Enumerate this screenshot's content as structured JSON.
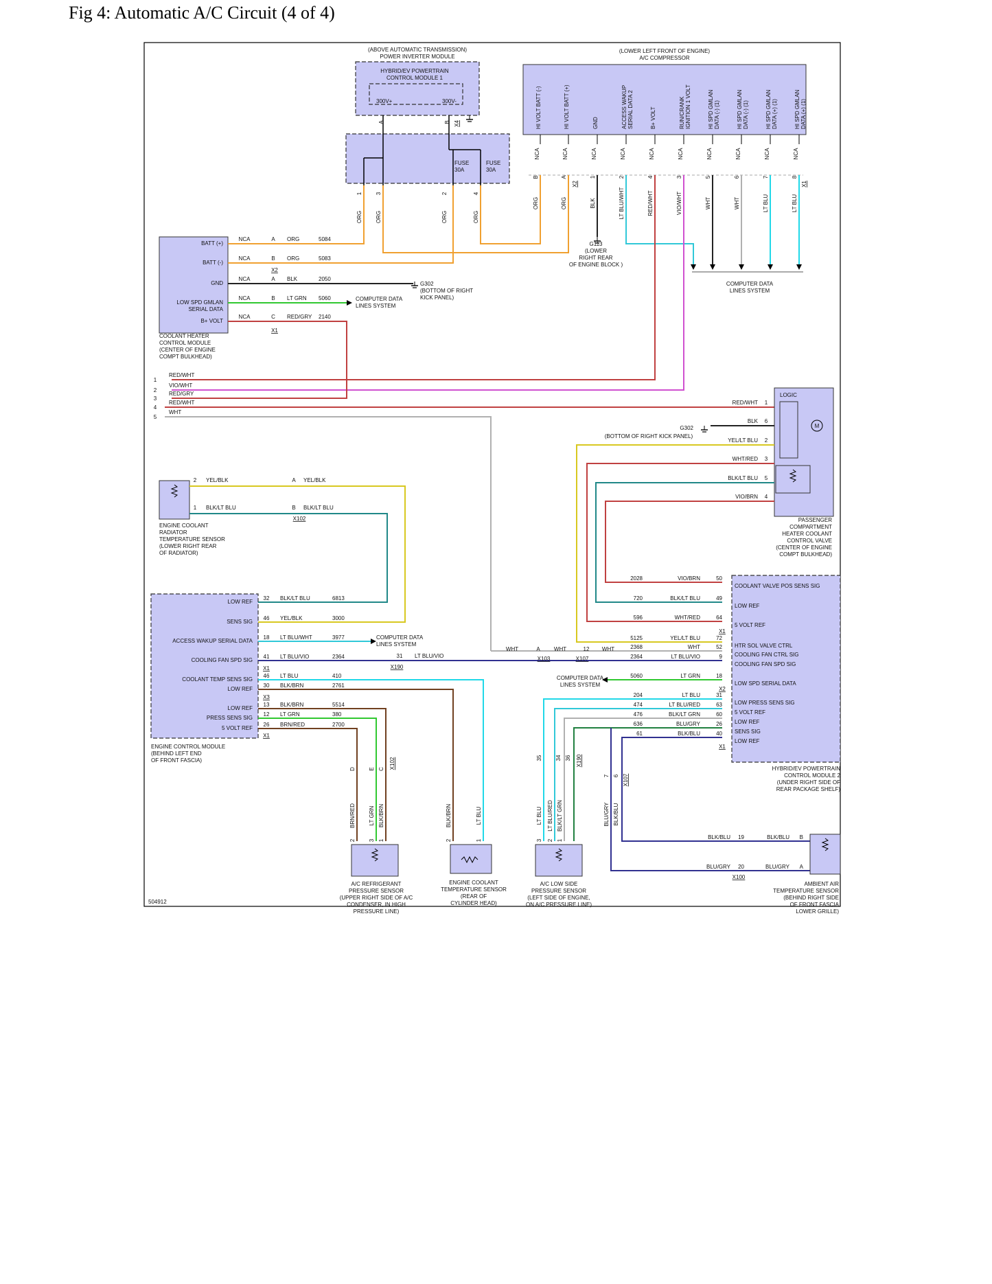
{
  "page": {
    "title": "Fig 4: Automatic A/C Circuit (4 of 4)",
    "figure_id": "504912"
  },
  "colors": {
    "orange": "#f0a030",
    "red": "#c04040",
    "violet": "#d050d0",
    "cyan": "#30c8d8",
    "green": "#30c830",
    "yellow": "#d8c820",
    "black": "#222222",
    "gray": "#b0b0b0",
    "brown": "#704020",
    "ltblue": "#20d8e8",
    "blue": "#303090",
    "teal": "#208888",
    "darkgreen": "#208040",
    "module_fill": "#c8c8f5"
  },
  "components": {
    "pim_title": "(ABOVE AUTOMATIC TRANSMISSION)\nPOWER INVERTER MODULE",
    "hpcm1": "HYBRID/EV POWERTRAIN\nCONTROL MODULE 1",
    "pim_pins": [
      "300V+",
      "300V-"
    ],
    "pim_conn": [
      "A",
      "B",
      "X4"
    ],
    "fuse": [
      "FUSE\n30A",
      "FUSE\n30A"
    ],
    "fuse_pins": [
      "1",
      "3",
      "2",
      "4"
    ],
    "fuse_wires": [
      "ORG",
      "ORG",
      "ORG",
      "ORG"
    ],
    "comp_title": "(LOWER LEFT FRONT OF ENGINE)\nA/C COMPRESSOR",
    "comp_pins": [
      "HI VOLT BATT (-)",
      "HI VOLT BATT (+)",
      "GND",
      "ACCESS WAKUP\nSERIAL DATA 2",
      "B+ VOLT",
      "RUN/CRANK\nIGNITION 1 VOLT",
      "HI SPD GMLAN\nDATA (-) (1)",
      "HI SPD GMLAN\nDATA (-) (1)",
      "HI SPD GMLAN\nDATA (+) (1)",
      "HI SPD GMLAN\nDATA (+) (1)"
    ],
    "comp_nca": "NCA",
    "comp_wires": [
      "ORG",
      "ORG",
      "BLK",
      "LT BLU/WHT",
      "RED/WHT",
      "VIO/WHT",
      "WHT",
      "WHT",
      "LT BLU",
      "LT BLU"
    ],
    "comp_pinnums": [
      "B",
      "A",
      "1",
      "2",
      "4",
      "3",
      "5",
      "6",
      "7",
      "8"
    ],
    "comp_conns": [
      "X2",
      "X1"
    ],
    "g113": "G113\n(LOWER\nRIGHT REAR\nOF ENGINE BLOCK )",
    "cdls_top": "COMPUTER DATA\nLINES SYSTEM",
    "chcm_pins": [
      "BATT (+)",
      "BATT (-)",
      "GND",
      "LOW SPD GMLAN\nSERIAL DATA",
      "B+ VOLT"
    ],
    "chcm_nca": "NCA",
    "chcm_pinletters": [
      "A",
      "B",
      "A",
      "B",
      "C"
    ],
    "chcm_wires": [
      "ORG",
      "ORG",
      "BLK",
      "LT GRN",
      "RED/GRY"
    ],
    "chcm_circuits": [
      "5084",
      "5083",
      "2050",
      "5060",
      "2140"
    ],
    "chcm_conns": [
      "X2",
      "X1"
    ],
    "g302_a": "G302\n(BOTTOM OF RIGHT\nKICK PANEL)",
    "cdls_chcm": "COMPUTER DATA\nLINES SYSTEM",
    "chcm_title": "COOLANT HEATER\nCONTROL MODULE\n(CENTER OF ENGINE\nCOMPT BULKHEAD)",
    "bus_nums": [
      "1",
      "2",
      "3",
      "4",
      "5"
    ],
    "bus_wires": [
      "RED/WHT",
      "VIO/WHT",
      "RED/GRY",
      "RED/WHT",
      "WHT"
    ],
    "valve_logic": "LOGIC",
    "valve_motor": "M",
    "valve_wires": [
      "RED/WHT",
      "BLK",
      "YEL/LT BLU",
      "WHT/RED",
      "BLK/LT BLU",
      "VIO/BRN"
    ],
    "valve_pins": [
      "1",
      "6",
      "2",
      "3",
      "5",
      "4"
    ],
    "g302_b": "G302",
    "g302_b_loc": "(BOTTOM OF RIGHT KICK PANEL)",
    "valve_title": "PASSENGER\nCOMPARTMENT\nHEATER COOLANT\nCONTROL VALVE\n(CENTER OF ENGINE\nCOMPT BULKHEAD)",
    "ect_rad_pins": [
      "2",
      "1"
    ],
    "ect_rad_wires": [
      "YEL/BLK",
      "BLK/LT BLU"
    ],
    "ect_rad_conn_pins": [
      "A",
      "B"
    ],
    "ect_rad_conn_wires": [
      "YEL/BLK",
      "BLK/LT BLU"
    ],
    "ect_rad_conn": "X102",
    "ect_rad_title": "ENGINE COOLANT\nRADIATOR\nTEMPERATURE SENSOR\n(LOWER RIGHT REAR\nOF RADIATOR)",
    "ecm_pins": [
      "LOW REF",
      "SENS SIG",
      "ACCESS WAKUP SERIAL DATA",
      "COOLING FAN SPD SIG",
      "COOLANT TEMP SENS SIG",
      "LOW REF",
      "LOW REF",
      "PRESS SENS SIG",
      "5 VOLT REF"
    ],
    "ecm_pinnums": [
      "32",
      "46",
      "18",
      "41",
      "46",
      "30",
      "13",
      "12",
      "26"
    ],
    "ecm_wires": [
      "BLK/LT BLU",
      "YEL/BLK",
      "LT BLU/WHT",
      "LT BLU/VIO",
      "LT BLU",
      "BLK/BRN",
      "BLK/BRN",
      "LT GRN",
      "BRN/RED"
    ],
    "ecm_circuits": [
      "6813",
      "3000",
      "3977",
      "2364",
      "410",
      "2761",
      "5514",
      "380",
      "2700"
    ],
    "ecm_conns": [
      "X1",
      "X3",
      "X1"
    ],
    "cdls_ecm": "COMPUTER DATA\nLINES SYSTEM",
    "x190_a": "31",
    "x190_a_wire": "LT BLU/VIO",
    "x190_label": "X190",
    "ecm_title": "ENGINE CONTROL MODULE\n(BEHIND LEFT END\nOF FRONT FASCIA)",
    "x103": [
      "WHT",
      "A",
      "WHT",
      "X103"
    ],
    "x107": [
      "12",
      "WHT",
      "X107"
    ],
    "hpcm2_pins": [
      "COOLANT VALVE POS SENS SIG",
      "LOW REF",
      "5 VOLT REF",
      "HTR SOL VALVE CTRL",
      "COOLING FAN CTRL SIG",
      "COOLING FAN SPD SIG",
      "LOW SPD SERIAL DATA",
      "LOW PRESS SENS SIG",
      "5 VOLT REF",
      "LOW REF",
      "SENS SIG",
      "LOW REF"
    ],
    "hpcm2_pinnums": [
      "50",
      "49",
      "64",
      "72",
      "52",
      "9",
      "18",
      "31",
      "63",
      "60",
      "26",
      "40"
    ],
    "hpcm2_wires": [
      "VIO/BRN",
      "BLK/LT BLU",
      "WHT/RED",
      "YEL/LT BLU",
      "WHT",
      "LT BLU/VIO",
      "LT GRN",
      "LT BLU",
      "LT BLU/RED",
      "BLK/LT GRN",
      "BLU/GRY",
      "BLK/BLU"
    ],
    "hpcm2_circuits": [
      "2028",
      "720",
      "596",
      "5125",
      "2368",
      "2364",
      "5060",
      "204",
      "474",
      "476",
      "636",
      "61"
    ],
    "hpcm2_conns": [
      "X1",
      "X2",
      "X1"
    ],
    "cdls_hpcm2": "COMPUTER DATA\nLINES SYSTEM",
    "hpcm2_title": "HYBRID/EV POWERTRAIN\nCONTROL MODULE 2\n(UNDER RIGHT SIDE OF\nREAR PACKAGE SHELF)",
    "acr_conn": [
      "D",
      "E",
      "C",
      "X102"
    ],
    "acr_wires": [
      "BRN/RED",
      "LT GRN",
      "BLK/BRN"
    ],
    "acr_pins": [
      "2",
      "3",
      "1"
    ],
    "acr_title": "A/C REFRIGERANT\nPRESSURE SENSOR\n(UPPER RIGHT SIDE OF A/C\nCONDENSER, IN HIGH\nPRESSURE LINE)",
    "ect_eng_wires": [
      "BLK/BRN",
      "LT BLU"
    ],
    "ect_eng_pins": [
      "2",
      "1"
    ],
    "ect_eng_title": "ENGINE COOLANT\nTEMPERATURE SENSOR\n(REAR OF\nCYLINDER HEAD)",
    "acl_conn": [
      "35",
      "34",
      "36",
      "X190"
    ],
    "acl_wires": [
      "LT BLU",
      "LT BLU/RED",
      "BLK/LT GRN"
    ],
    "acl_pins": [
      "3",
      "2",
      "1"
    ],
    "acl_title": "A/C LOW SIDE\nPRESSURE SENSOR\n(LEFT SIDE OF ENGINE,\nON A/C PRESSURE LINE)",
    "x107_b": [
      "7",
      "6",
      "X107"
    ],
    "amb_vert_wires": [
      "BLU/GRY",
      "BLK/BLU"
    ],
    "amb_wires": [
      "BLK/BLU",
      "BLU/GRY"
    ],
    "amb_pinnums": [
      "19",
      "20"
    ],
    "amb_conn_pins_wires": [
      "BLK/BLU",
      "BLU/GRY"
    ],
    "amb_conn_pins": [
      "B",
      "A"
    ],
    "amb_conn": "X100",
    "amb_title": "AMBIENT AIR\nTEMPERATURE SENSOR\n(BEHIND RIGHT SIDE\nOF FRONT FASCIA\nLOWER GRILLE)"
  }
}
